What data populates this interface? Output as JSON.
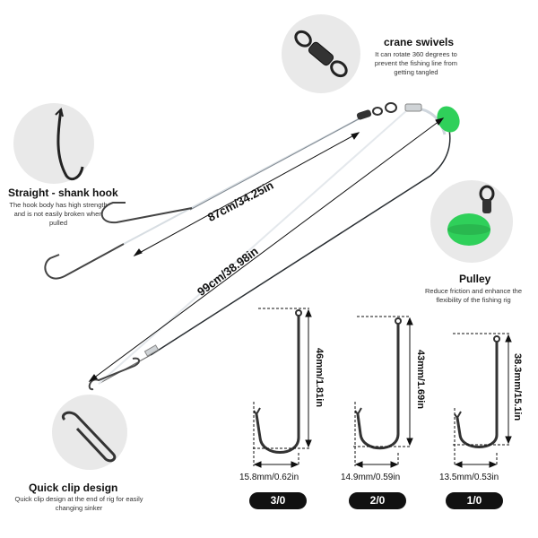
{
  "features": {
    "swivels": {
      "title": "crane swivels",
      "desc": "It can rotate 360 degrees to prevent the fishing line from getting tangled"
    },
    "hook": {
      "title": "Straight - shank hook",
      "desc": "The hook body has high strength and is not easily broken when pulled"
    },
    "pulley": {
      "title": "Pulley",
      "desc": "Reduce friction and enhance the flexibility of the fishing rig"
    },
    "clip": {
      "title": "Quick clip design",
      "desc": "Quick clip design at the end of rig for easily changing sinker"
    }
  },
  "lengths": {
    "short": "87cm/34.25in",
    "long": "99cm/38.98in"
  },
  "sizes": [
    {
      "label": "3/0",
      "length": "46mm/1.81in",
      "gap": "15.8mm/0.62in"
    },
    {
      "label": "2/0",
      "length": "43mm/1.69in",
      "gap": "14.9mm/0.59in"
    },
    {
      "label": "1/0",
      "length": "38.3mm/15.1in",
      "gap": "13.5mm/0.53in"
    }
  ],
  "colors": {
    "pulley_green": "#2fd05a",
    "pill_bg": "#111111",
    "circle_bg": "#e9e9e9"
  }
}
